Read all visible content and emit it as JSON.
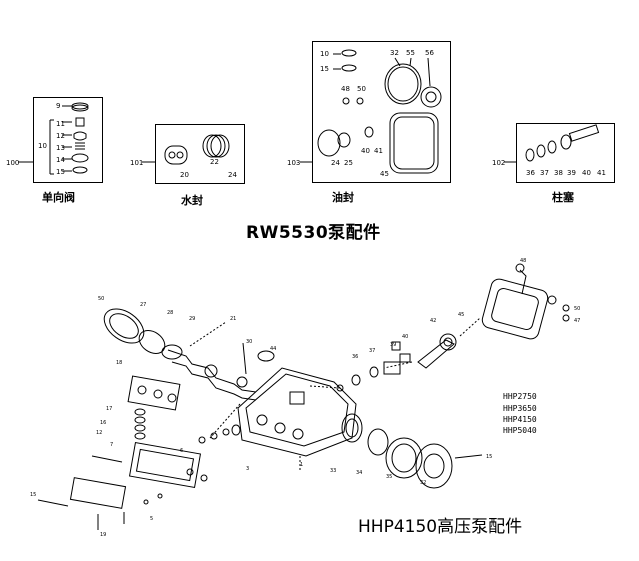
{
  "top": {
    "title": "RW5530泵配件",
    "groups": [
      {
        "code": "100",
        "caption": "单向阀",
        "parts": [
          "9",
          "11",
          "12",
          "13",
          "14",
          "15"
        ],
        "bracket": "10"
      },
      {
        "code": "101",
        "caption": "水封",
        "parts": [
          "20",
          "22",
          "24"
        ]
      },
      {
        "code": "103",
        "caption": "油封",
        "parts": [
          "10",
          "15",
          "32",
          "55",
          "56",
          "48",
          "50",
          "24",
          "25",
          "40",
          "41",
          "45"
        ]
      },
      {
        "code": "102",
        "caption": "柱塞",
        "parts": [
          "36",
          "37",
          "38",
          "39",
          "40",
          "41"
        ]
      }
    ]
  },
  "bottom": {
    "title": "HHP4150高压泵配件",
    "models": [
      "HHP2750",
      "HHP3650",
      "HHP4150",
      "HHP5040"
    ]
  }
}
